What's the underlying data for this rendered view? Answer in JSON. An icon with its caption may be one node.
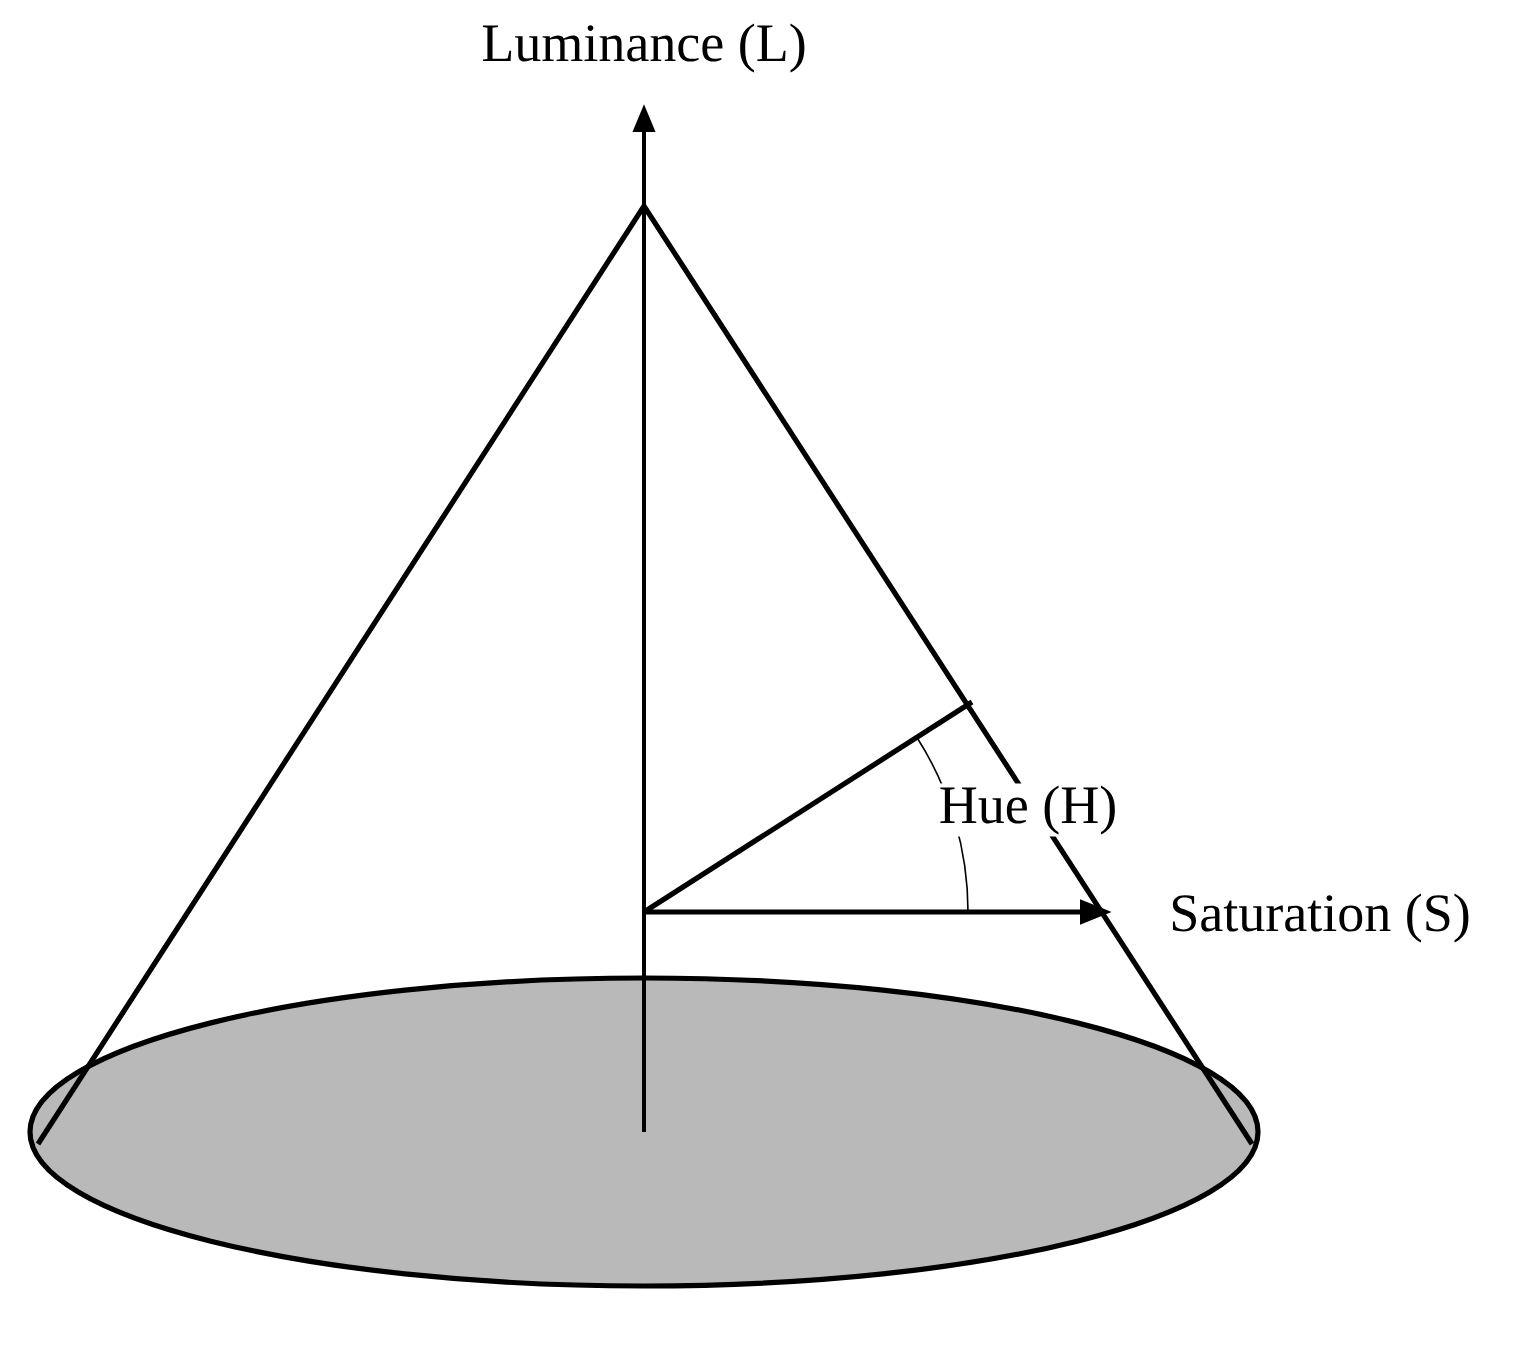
{
  "diagram": {
    "labels": [
      "Luminance (L)",
      "Hue (H)",
      "Saturation (S)"
    ]
  }
}
